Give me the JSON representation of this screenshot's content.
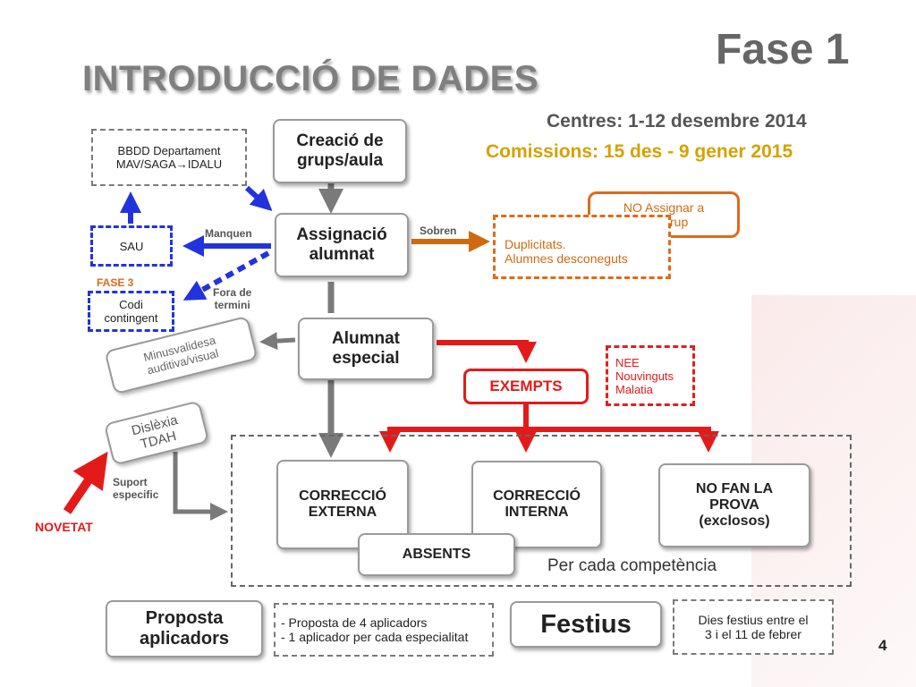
{
  "slide": {
    "title": "INTRODUCCIÓ DE DADES",
    "fase": "Fase 1",
    "centres": "Centres: 1-12 desembre 2014",
    "comissions": "Comissions: 15 des - 9 gener 2015",
    "page_number": "4"
  },
  "nodes": {
    "bbdd": "BBDD Departament\nMAV/SAGA→IDALU",
    "creacio": "Creació de\ngrups/aula",
    "sau": "SAU",
    "fase3": "FASE 3",
    "codi": "Codi\ncontingent",
    "assignacio": "Assignació\nalumnat",
    "no_assignar": "NO Assignar a\ncap grup",
    "duplicitats": "Duplicitats.\nAlumnes desconeguts",
    "alumnat_especial": "Alumnat\nespecial",
    "minusvalidesa": "Minusvalidesa\nauditiva/visual",
    "nee": "NEE\nNouvinguts\nMalatia",
    "exempts": "EXEMPTS",
    "dislexia": "Dislèxia\nTDAH",
    "correccio_externa": "CORRECCIÓ\nEXTERNA",
    "correccio_interna": "CORRECCIÓ\nINTERNA",
    "no_fan": "NO FAN LA\nPROVA\n(exclosos)",
    "absents": "ABSENTS",
    "per_cada": "Per cada competència",
    "proposta": "Proposta\naplicadors",
    "proposta_detall": "- Proposta de 4 aplicadors\n- 1 aplicador per cada especialitat",
    "festius": "Festius",
    "festius_detall": "Dies festius entre el\n3 i el 11 de febrer"
  },
  "edge_labels": {
    "manquen": "Manquen",
    "sobren": "Sobren",
    "fora": "Fora de\ntermini",
    "suport": "Suport\nespecific",
    "novetat": "NOVETAT"
  },
  "colors": {
    "title_gray": "#7f7f7f",
    "gold": "#d4a200",
    "blue": "#2233dd",
    "orange": "#d06a10",
    "red": "#e41a1a",
    "gray_arrow": "#7a7a7a"
  }
}
